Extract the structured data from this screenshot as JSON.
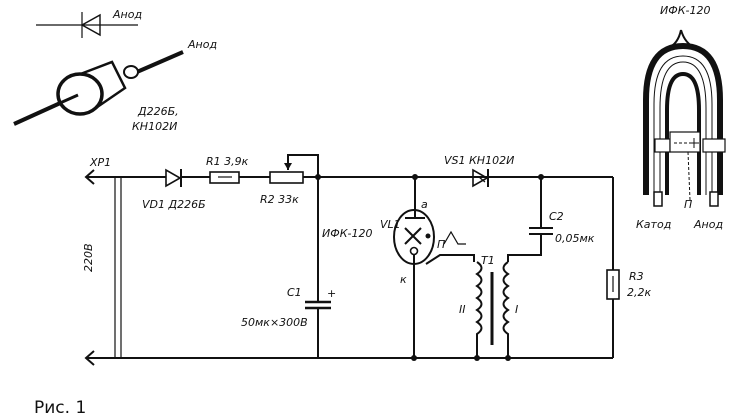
{
  "figure": {
    "caption": "Рис. 1"
  },
  "legend_diode": {
    "symbol_label": "Анод",
    "package_anode_label": "Анод",
    "part_numbers": [
      "Д226Б,",
      "КН102И"
    ]
  },
  "lamp_drawing": {
    "title": "ИФК-120",
    "terminals": [
      "Катод",
      "П",
      "Анод"
    ]
  },
  "schematic": {
    "connector": "XP1",
    "supply_voltage": "220В",
    "components": {
      "vd1": "VD1 Д226Б",
      "r1": "R1 3,9к",
      "r2": "R2 33к",
      "vl1": "VL1",
      "vl1_type": "ИФК-120",
      "vl1_pins": {
        "anode": "а",
        "cathode": "к",
        "trigger": "П"
      },
      "vs1": "VS1 КН102И",
      "c1": "C1",
      "c1_value": "50мк×300В",
      "c1_polarity": "+",
      "c2": "C2",
      "c2_value": "0,05мк",
      "t1": "T1",
      "t1_winding_2": "II",
      "t1_winding_1": "I",
      "r3": "R3",
      "r3_value": "2,2к"
    }
  }
}
